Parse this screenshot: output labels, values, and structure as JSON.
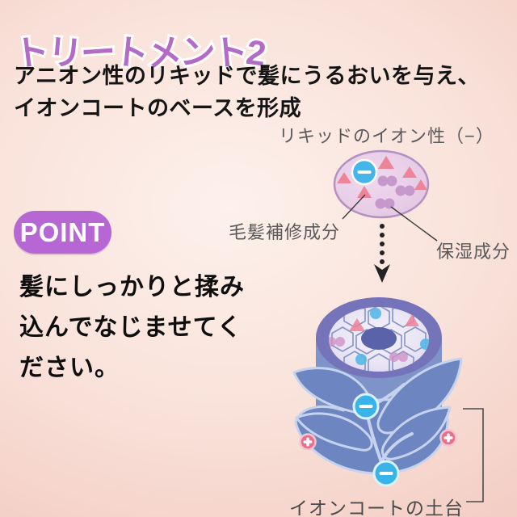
{
  "header": {
    "title": "トリートメント2",
    "subtitle_line1": "アニオン性のリキッドで髪にうるおいを与え、",
    "subtitle_line2": "イオンコートのベースを形成"
  },
  "liquid_diagram": {
    "label": "リキッドのイオン性（−）",
    "ion_symbol": "−",
    "callouts": [
      {
        "name": "毛髪補修成分",
        "shape": "pink-triangle"
      },
      {
        "name": "保湿成分",
        "shape": "purple-blob"
      }
    ]
  },
  "point": {
    "badge_label": "POINT",
    "text_line1": "髪にしっかりと揉み",
    "text_line2": "込んでなじませてく",
    "text_line3": "ださい。"
  },
  "hair_diagram": {
    "caption": "イオンコートの土台",
    "minus_ion_symbol": "−",
    "plus_ion_symbol": "+",
    "minus_ion_count": 2,
    "plus_ion_count": 2
  },
  "icons": {
    "minus_ion": "minus-ion-icon",
    "plus_ion": "plus-ion-icon",
    "dotted_arrow": "dotted-down-arrow-icon",
    "repair_component": "triangle-icon",
    "moisture_component": "blob-icon"
  },
  "colors": {
    "background_center": "#fdf1eb",
    "background_edge": "#eec3ba",
    "title": "#b36bc8",
    "badge": "#b767d3",
    "minus_ion_blue": "#3ab5e8",
    "plus_ion_pink": "#e8708c",
    "repair_triangle": "#ef7e92",
    "moisture_blob": "#c08fc8",
    "liquid_fill": "#ead0e8",
    "liquid_border": "#b491c2",
    "cylinder_body": "#7e94c8",
    "cylinder_rim": "#7573b9",
    "cuticle_leaf": "#6d85c0",
    "leaf_outline": "#c6d3ee",
    "medulla": "#5a62aa",
    "subtitle_text": "#151515",
    "label_gray": "#5a5a5a"
  }
}
